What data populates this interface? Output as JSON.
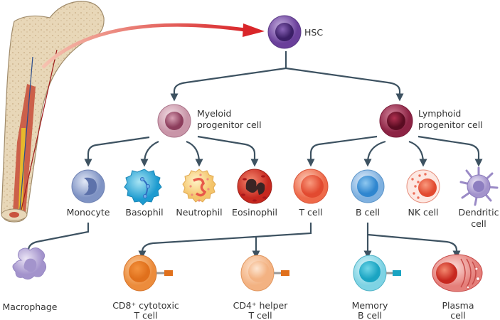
{
  "labels": {
    "hsc": "HSC",
    "myeloid": [
      "Myeloid",
      "progenitor cell"
    ],
    "lymphoid": [
      "Lymphoid",
      "progenitor cell"
    ],
    "monocyte": "Monocyte",
    "basophil": "Basophil",
    "neutrophil": "Neutrophil",
    "eosinophil": "Eosinophil",
    "tcell": "T cell",
    "bcell": "B cell",
    "nkcell": "NK cell",
    "dendritic": [
      "Dendritic",
      "cell"
    ],
    "macrophage": "Macrophage",
    "cd8": [
      "CD8⁺ cytotoxic",
      "T cell"
    ],
    "cd4": [
      "CD4⁺ helper",
      "T cell"
    ],
    "memory": [
      "Memory",
      "B cell"
    ],
    "plasma": [
      "Plasma",
      "cell"
    ]
  },
  "colors": {
    "arrow": "#3d5261",
    "bone_to_hsc_arrow": "#d9262a",
    "hsc": "#6a3f9a",
    "myeloid_progenitor": "#b97a93",
    "lymphoid_progenitor": "#9c2a4a"
  }
}
